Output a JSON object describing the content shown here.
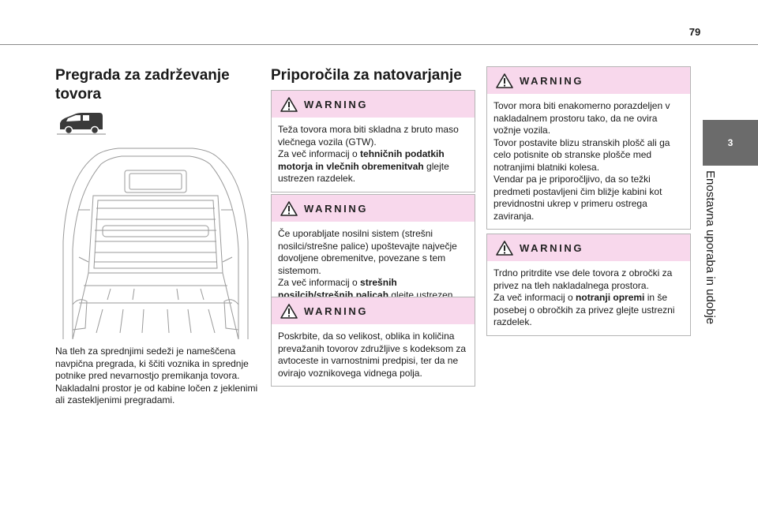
{
  "header": {
    "page_number": "79"
  },
  "side": {
    "chapter_number": "3",
    "chapter_title": "Enostavna uporaba in udobje"
  },
  "col1": {
    "title": "Pregrada za zadrževanje tovora",
    "van_icon": "van-icon",
    "text": "Na tleh za sprednjimi sedeži je nameščena navpična pregrada, ki ščiti voznika in sprednje potnike pred nevarnostjo premikanja tovora. Nakladalni prostor je od kabine ločen z jeklenimi ali zastekljenimi pregradami."
  },
  "col2": {
    "title": "Priporočila za natovarjanje",
    "warnings": [
      {
        "label": "WARNING",
        "t1": "Teža tovora mora biti skladna z bruto maso vlečnega vozila (GTW).",
        "t2": "Za več informacij o ",
        "b1": "tehničnih podatkih motorja in vlečnih obremenitvah",
        "t3": " glejte ustrezen razdelek."
      },
      {
        "label": "WARNING",
        "t1": "Če uporabljate nosilni sistem (strešni nosilci/strešne palice) upoštevajte največje dovoljene obremenitve, povezane s tem sistemom.",
        "t2": "Za več informacij o ",
        "b1": "strešnih nosilcih/strešnih palicah",
        "t3": " glejte ustrezen razdelek."
      },
      {
        "label": "WARNING",
        "t1": "Poskrbite, da so velikost, oblika in količina prevažanih tovorov združljive s kodeksom za avtoceste in varnostnimi predpisi, ter da ne ovirajo voznikovega vidnega polja."
      }
    ]
  },
  "col3": {
    "warnings": [
      {
        "label": "WARNING",
        "l1": "Tovor mora biti enakomerno porazdeljen v nakladalnem prostoru tako, da ne ovira vožnje vozila.",
        "l2": "Tovor postavite blizu stranskih plošč ali ga celo potisnite ob stranske plošče med notranjimi blatniki kolesa.",
        "l3": "Vendar pa je priporočljivo, da so težki predmeti postavljeni čim bližje kabini kot previdnostni ukrep v primeru ostrega zaviranja."
      },
      {
        "label": "WARNING",
        "t1": "Trdno pritrdite vse dele tovora z obročki za privez na tleh nakladalnega prostora.",
        "t2": "Za več informacij o ",
        "b1": "notranji opremi",
        "t3": " in še posebej o obročkih za privez glejte ustrezni razdelek."
      }
    ]
  },
  "colors": {
    "warning_header": "#f8d8ec",
    "side_tab": "#6b6b6b",
    "rule": "#8a8a8a"
  }
}
